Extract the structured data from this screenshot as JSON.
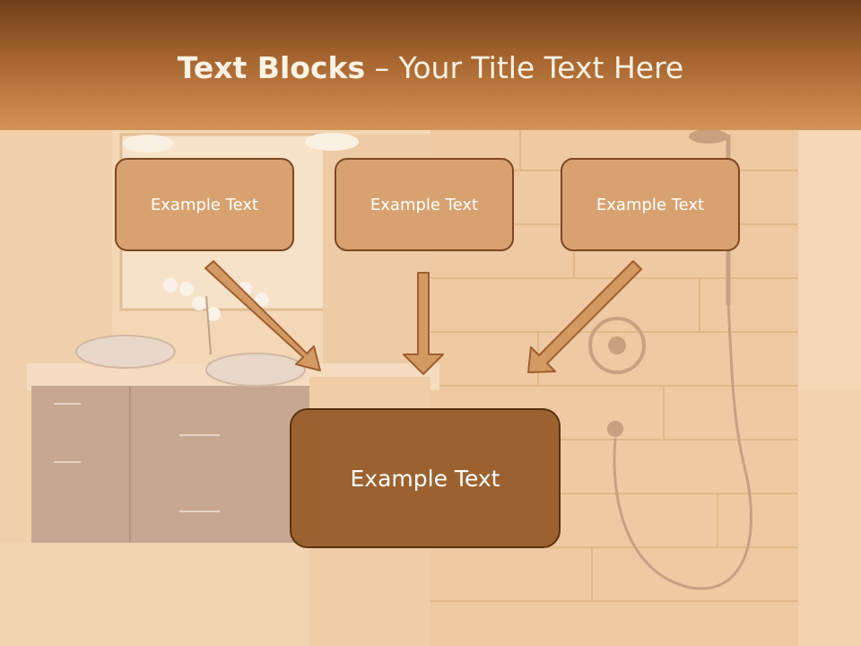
{
  "slide": {
    "title_bold": "Text Blocks",
    "title_dash": " – ",
    "title_rest": "Your Title Text Here"
  },
  "blocks": [
    {
      "label": "Example Text"
    },
    {
      "label": "Example Text"
    },
    {
      "label": "Example Text"
    }
  ],
  "center_block": {
    "label": "Example Text"
  },
  "colors": {
    "header_dark": "#6e3f1a",
    "header_light": "#d39356",
    "block_fill": "#d8a270",
    "block_border": "#7c4722",
    "center_fill": "#9b6230",
    "arrow_fill": "#d39a63"
  }
}
